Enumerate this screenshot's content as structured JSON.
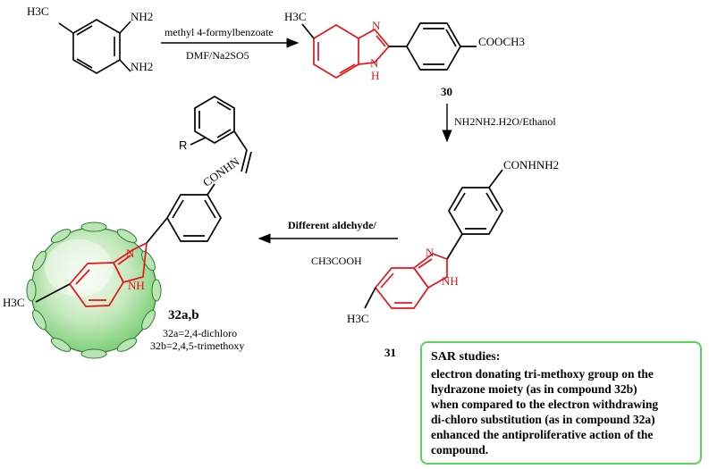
{
  "colors": {
    "bond": "#000000",
    "highlight_ring": "#e8141b",
    "sphere_fill": "#8bd28b",
    "sphere_edge": "#2e7d32",
    "box_border": "#5ad35a"
  },
  "reactant": {
    "ch3": "H3C",
    "nh2_top": "NH2",
    "nh2_bottom": "NH2"
  },
  "step1": {
    "reagent_top": "methyl 4-formylbenzoate",
    "reagent_bottom": "DMF/Na2SO5"
  },
  "compound30": {
    "ch3": "H3C",
    "n": "N",
    "nh_n": "N",
    "nh_h": "H",
    "ester": "COOCH3",
    "number": "30"
  },
  "step2": {
    "reagent": "NH2NH2.H2O/Ethanol"
  },
  "compound31": {
    "hydrazide": "CONHNH2",
    "n": "N",
    "nh": "NH",
    "ch3": "H3C",
    "number": "31"
  },
  "step3": {
    "reagent_top": "Different aldehyde/",
    "reagent_bottom": "CH3COOH"
  },
  "compound32": {
    "r": "R",
    "hydrazone": "CONHN",
    "n": "N",
    "nh": "NH",
    "ch3": "H3C",
    "number": "32a,b",
    "variant_a": "32a=2,4-dichloro",
    "variant_b": "32b=2,4,5-trimethoxy"
  },
  "sar": {
    "title": "SAR studies:",
    "lines": [
      "electron donating tri-methoxy group on the",
      "hydrazone moiety (as in compound 32b)",
      "when compared to the electron withdrawing",
      "di-chloro substitution (as in compound 32a)",
      "enhanced the antiproliferative action of the",
      "compound."
    ]
  }
}
